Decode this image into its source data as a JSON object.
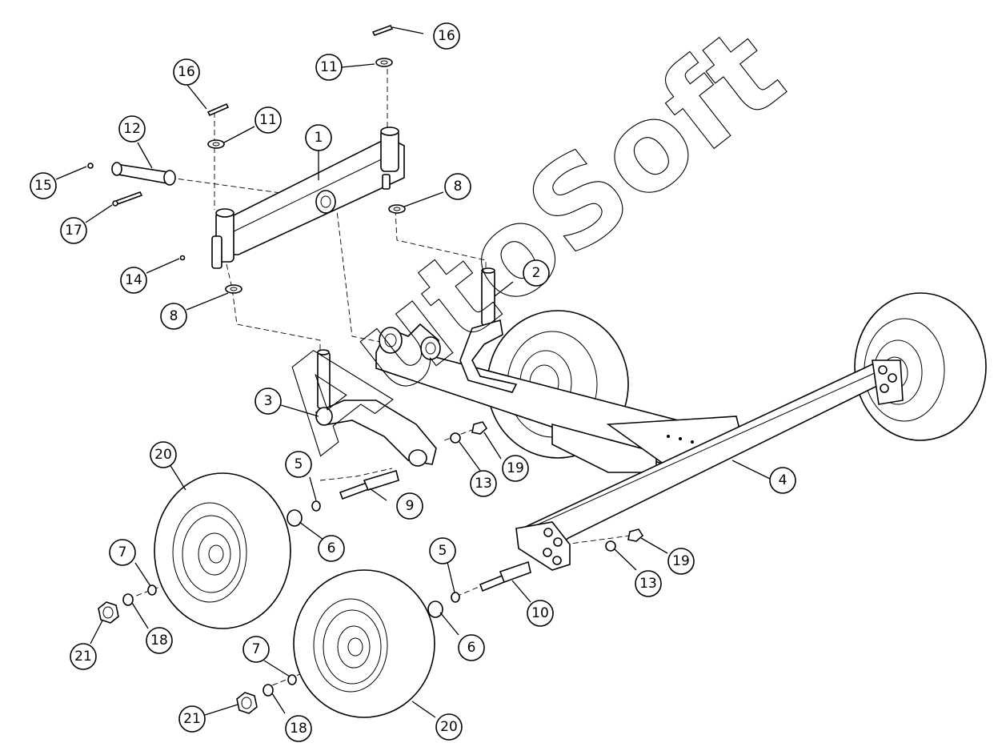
{
  "watermark": "AutoSoft",
  "callouts": [
    "1",
    "2",
    "3",
    "4",
    "5",
    "5",
    "6",
    "6",
    "7",
    "7",
    "8",
    "8",
    "9",
    "10",
    "11",
    "11",
    "12",
    "13",
    "13",
    "14",
    "15",
    "16",
    "16",
    "17",
    "18",
    "18",
    "19",
    "19",
    "20",
    "20",
    "21",
    "21"
  ]
}
